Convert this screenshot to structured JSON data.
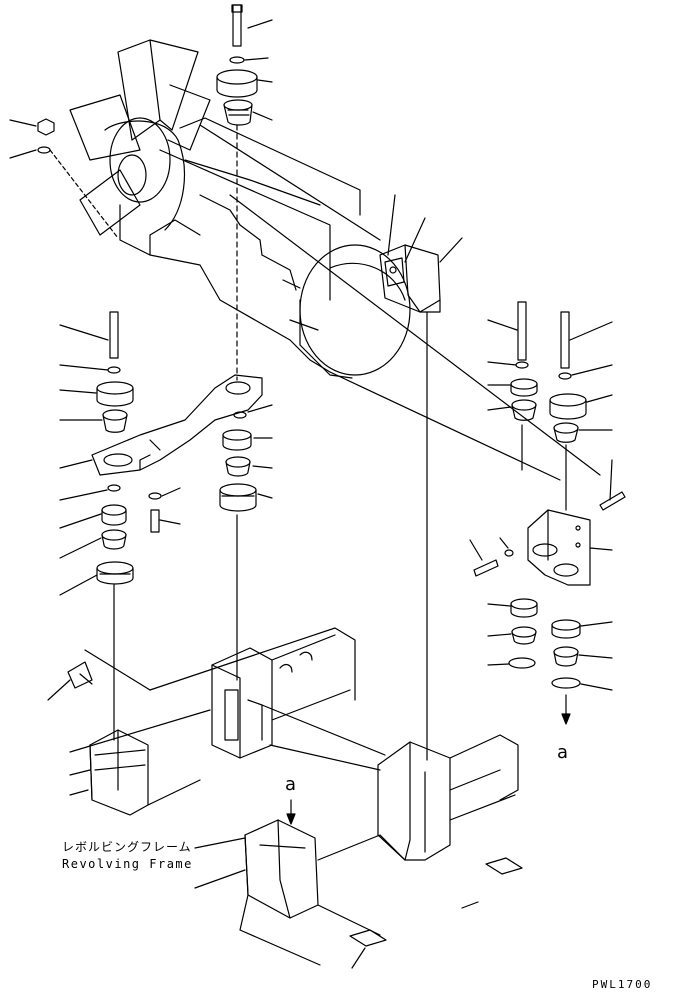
{
  "figure": {
    "frame_label_jp": "レボルビングフレーム",
    "frame_label_en": "Revolving Frame",
    "ref_letter_upper": "a",
    "ref_letter_lower": "a",
    "drawing_code": "PWL1700"
  },
  "colors": {
    "ink": "#000000",
    "background": "#ffffff"
  },
  "parts": {
    "engine": "engine-assembly",
    "fan": "cooling-fan",
    "front_bracket": "front-mount-bracket",
    "rear_bracket": "rear-mount-bracket",
    "frame": "revolving-frame",
    "mounts": [
      "mount-stack-top-center",
      "mount-stack-left",
      "mount-stack-center",
      "mount-stack-right-upper",
      "mount-stack-right-lower"
    ]
  }
}
